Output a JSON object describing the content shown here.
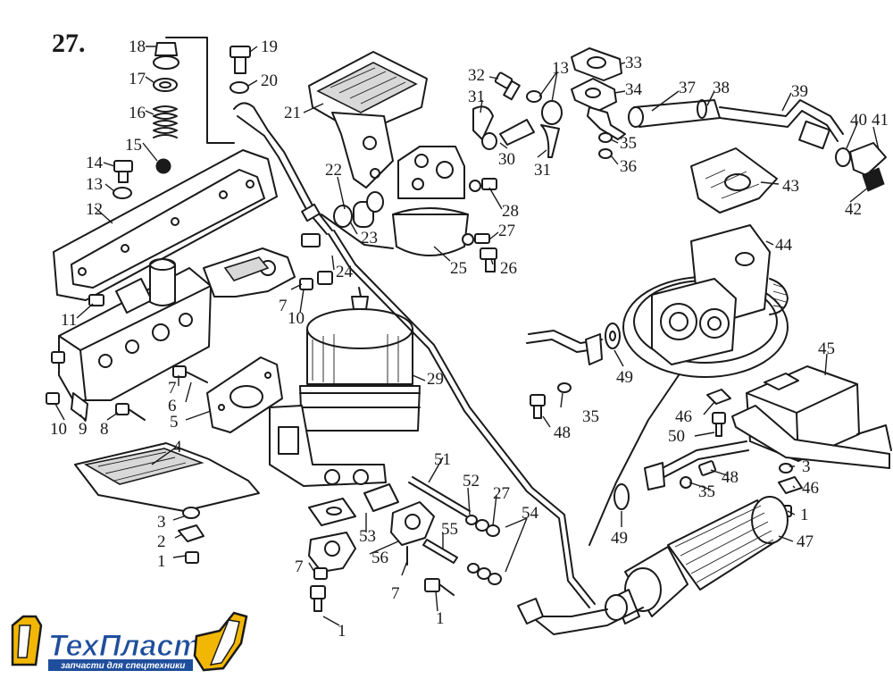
{
  "figure": {
    "number": "27."
  },
  "brand": {
    "name": "ТехПласт",
    "tagline": "запчасти для спецтехники",
    "colors": {
      "text": "#1f4e9c",
      "accent": "#f2b705",
      "outline": "#1a1a1a"
    }
  },
  "callouts": [
    "18",
    "17",
    "16",
    "15",
    "14",
    "13",
    "12",
    "19",
    "20",
    "21",
    "22",
    "23",
    "24",
    "7",
    "10",
    "11",
    "10",
    "9",
    "8",
    "6",
    "7",
    "5",
    "4",
    "3",
    "2",
    "1",
    "32",
    "31",
    "30",
    "31",
    "13",
    "33",
    "34",
    "37",
    "38",
    "39",
    "40",
    "41",
    "35",
    "36",
    "43",
    "42",
    "28",
    "27",
    "26",
    "25",
    "44",
    "29",
    "49",
    "35",
    "48",
    "45",
    "46",
    "50",
    "48",
    "35",
    "3",
    "46",
    "1",
    "47",
    "49",
    "51",
    "52",
    "27",
    "54",
    "53",
    "56",
    "55",
    "7",
    "1",
    "7",
    "1"
  ]
}
